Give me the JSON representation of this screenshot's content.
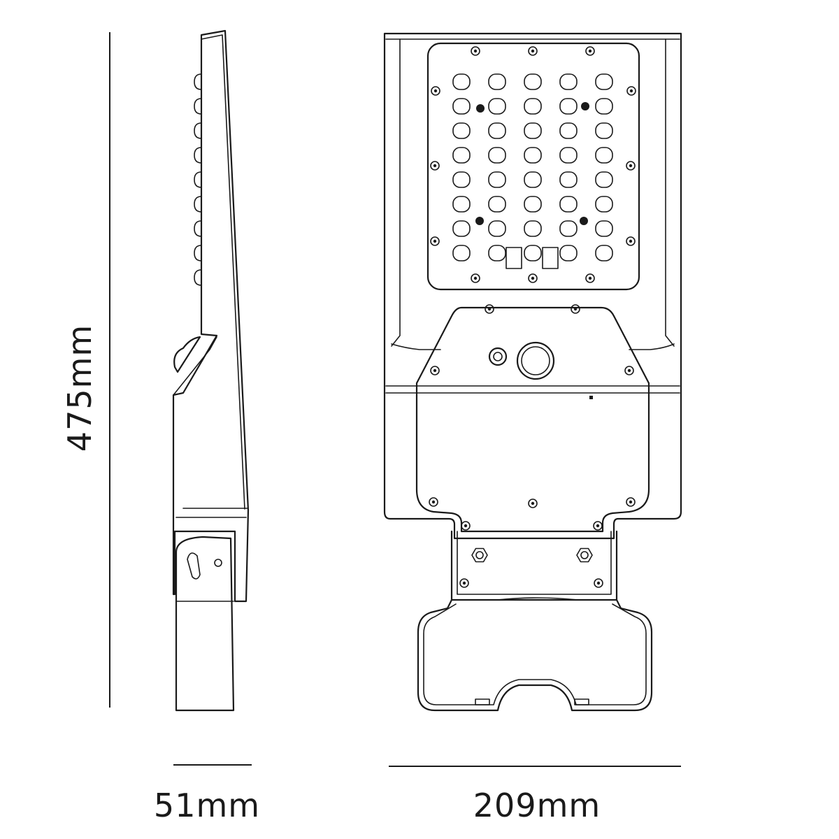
{
  "dimensions": {
    "height_label": "475mm",
    "depth_label": "51mm",
    "width_label": "209mm"
  },
  "views": [
    {
      "name": "side-view",
      "led_lenses_visible": 9
    },
    {
      "name": "front-view",
      "led_grid": {
        "columns": 5,
        "rows": 8
      }
    }
  ],
  "colors": {
    "line": "#1a1a1a",
    "background": "#ffffff"
  }
}
